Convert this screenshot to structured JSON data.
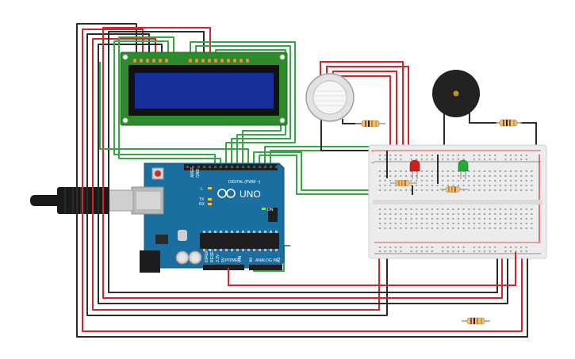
{
  "arduino": {
    "model_label": "UNO",
    "digital_label": "DIGITAL (PWM ~)",
    "power_label": "POWER",
    "analog_label": "ANALOG IN",
    "on_label": "ON",
    "tx_label": "TX",
    "rx_label": "RX",
    "l_label": "L",
    "aref_label": "AREF",
    "gnd_label": "GND",
    "ioref_label": "IOREF",
    "reset_label": "RESET",
    "v33_label": "3.3V",
    "v5_label": "5V",
    "vin_label": "VIN",
    "a0_label": "A0",
    "a5_label": "A5"
  },
  "breadboard": {
    "plus_label": "+",
    "minus_label": "−"
  },
  "colors": {
    "wire_red": "#d8232a",
    "wire_black": "#2b2b2b",
    "wire_green": "#35a845",
    "arduino_board": "#1a6fa0",
    "lcd_board": "#2d8a2d",
    "lcd_screen": "#16309a",
    "breadboard": "#ececec",
    "led_red": "#cc1f1f",
    "led_green": "#27a83a",
    "buzzer": "#222222"
  },
  "components": [
    "lcd-16x2",
    "arduino-uno",
    "breadboard",
    "gas-sensor",
    "piezo-buzzer",
    "red-led",
    "green-led",
    "resistor",
    "usb-cable"
  ]
}
